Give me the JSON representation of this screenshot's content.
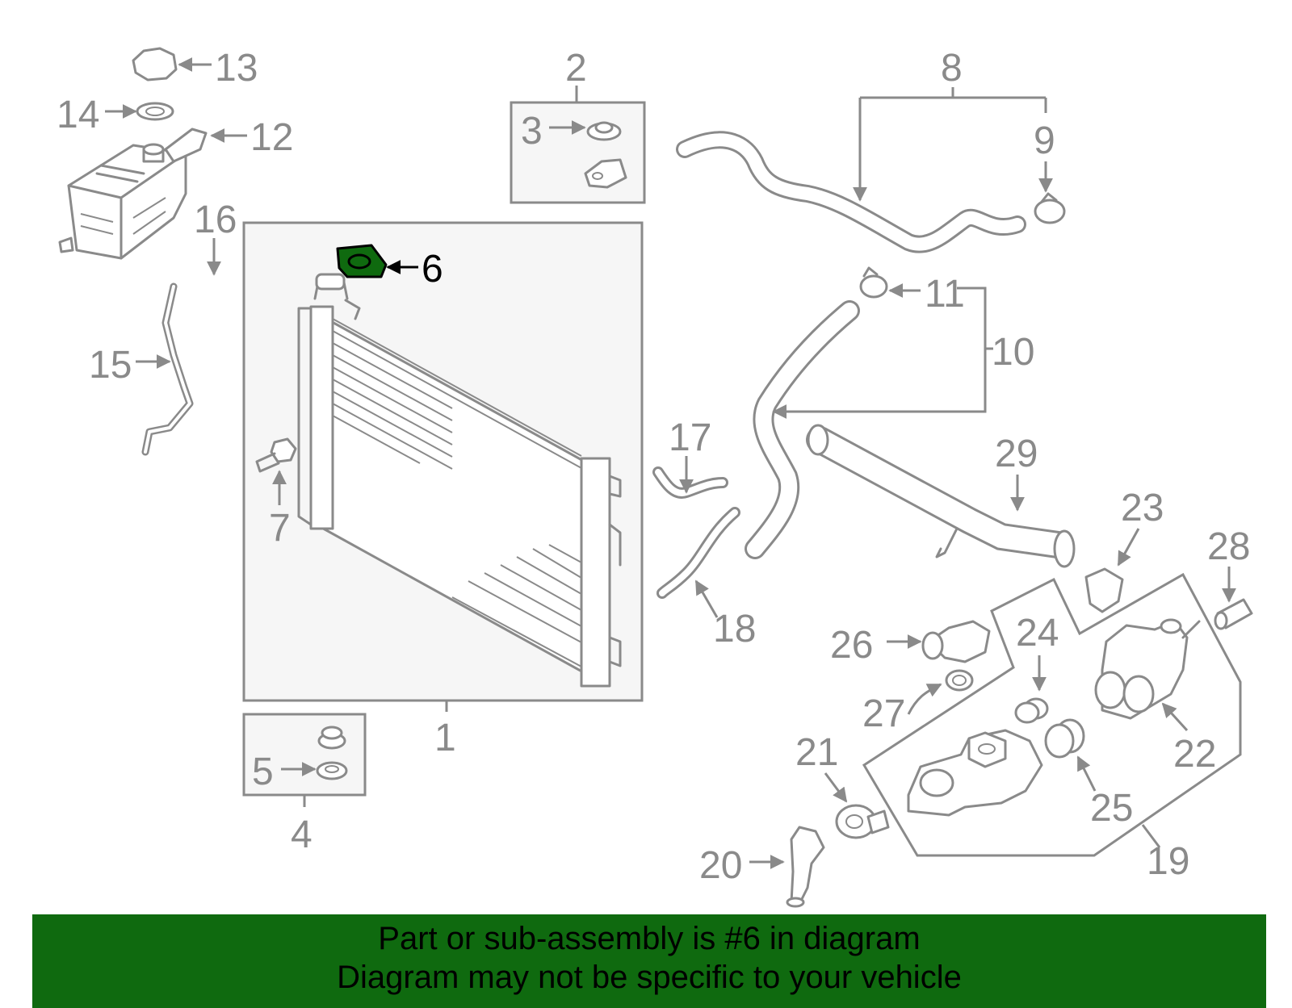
{
  "labels": {
    "l1": "1",
    "l2": "2",
    "l3": "3",
    "l4": "4",
    "l5": "5",
    "l6": "6",
    "l7": "7",
    "l8": "8",
    "l9": "9",
    "l10": "10",
    "l11": "11",
    "l12": "12",
    "l13": "13",
    "l14": "14",
    "l15": "15",
    "l16": "16",
    "l17": "17",
    "l18": "18",
    "l19": "19",
    "l20": "20",
    "l21": "21",
    "l22": "22",
    "l23": "23",
    "l24": "24",
    "l25": "25",
    "l26": "26",
    "l27": "27",
    "l28": "28",
    "l29": "29"
  },
  "highlight": {
    "part_number": "6",
    "color": "#0f6a0f"
  },
  "banner": {
    "line1": "Part or sub-assembly is #6 in diagram",
    "line2": "Diagram may not be specific to your vehicle",
    "background": "#0f6a0f"
  }
}
